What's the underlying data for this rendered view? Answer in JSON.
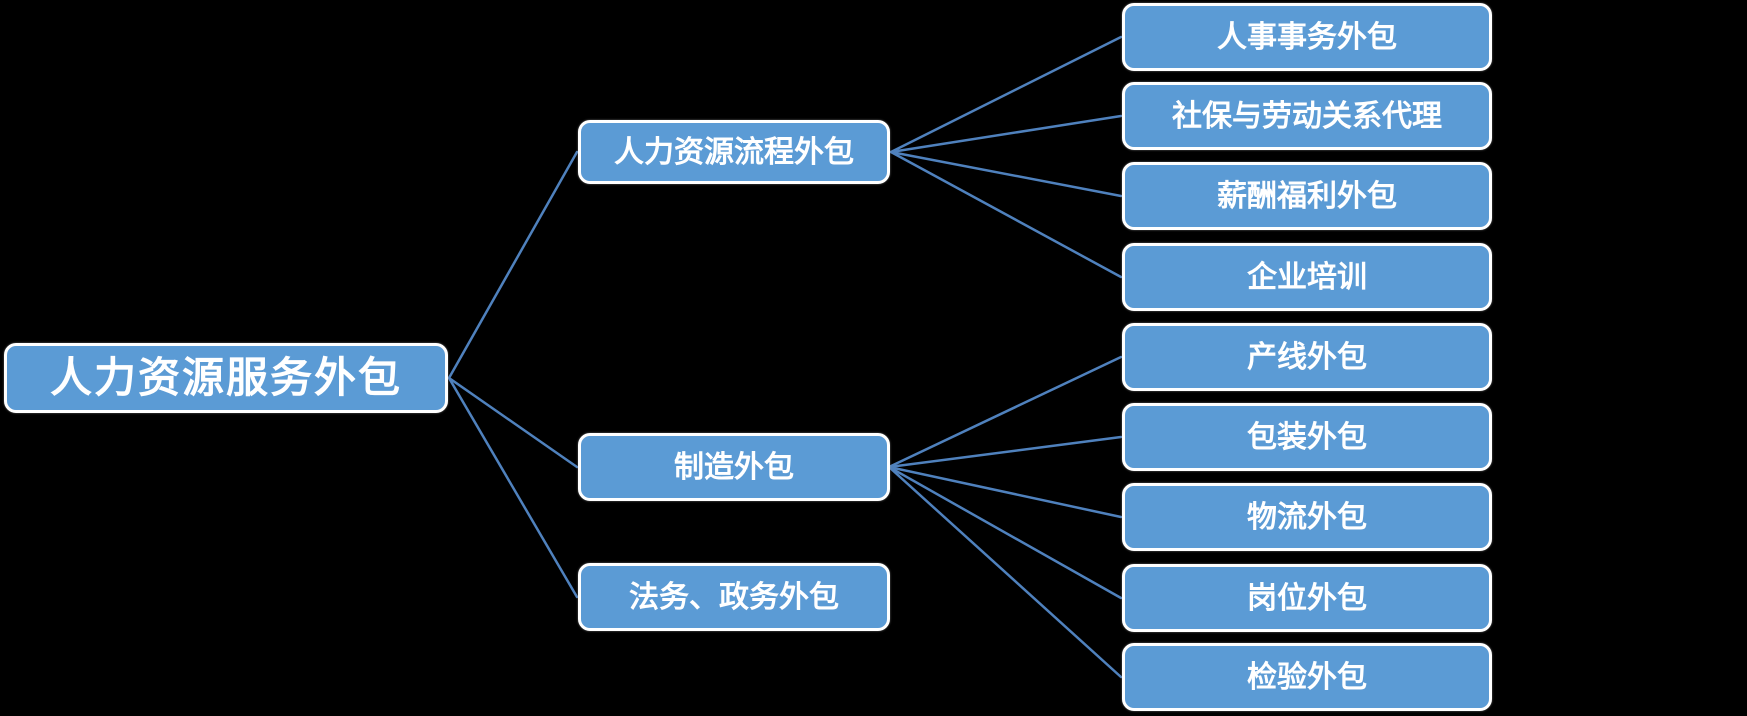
{
  "diagram": {
    "type": "tree",
    "colors": {
      "node-fill": "#5b9bd5",
      "node-border": "#ffffff",
      "connector": "#4f81bd",
      "text": "#ffffff",
      "background": "#000000"
    },
    "root": {
      "label": "人力资源服务外包"
    },
    "branches": [
      {
        "label": "人力资源流程外包",
        "children": [
          {
            "label": "人事事务外包"
          },
          {
            "label": "社保与劳动关系代理"
          },
          {
            "label": "薪酬福利外包"
          },
          {
            "label": "企业培训"
          }
        ]
      },
      {
        "label": "制造外包",
        "children": [
          {
            "label": "产线外包"
          },
          {
            "label": "包装外包"
          },
          {
            "label": "物流外包"
          },
          {
            "label": "岗位外包"
          },
          {
            "label": "检验外包"
          }
        ]
      },
      {
        "label": "法务、政务外包",
        "children": []
      }
    ]
  }
}
